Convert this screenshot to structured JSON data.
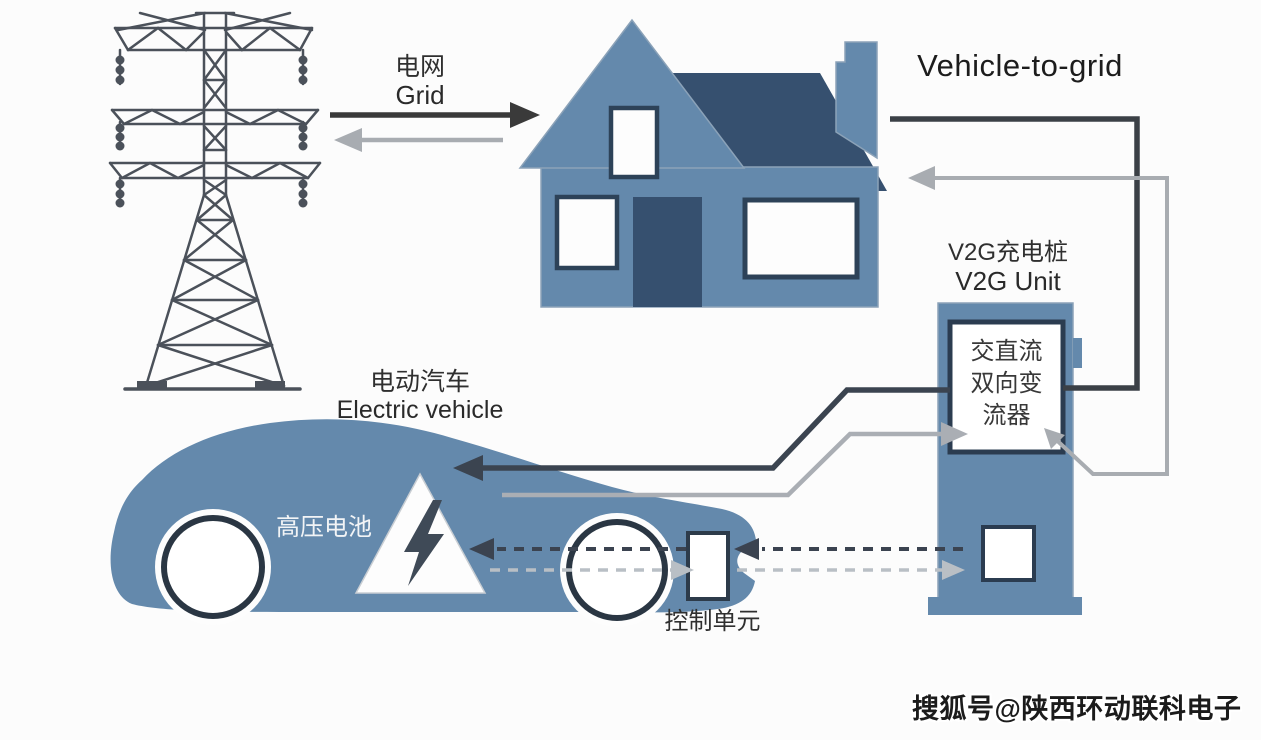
{
  "title": "Vehicle-to-grid",
  "grid": {
    "label_cn": "电网",
    "label_en": "Grid"
  },
  "v2g_unit": {
    "label_cn": "V2G充电桩",
    "label_en": "V2G Unit",
    "converter_lines": [
      "交直流",
      "双向变",
      "流器"
    ]
  },
  "vehicle": {
    "label_cn": "电动汽车",
    "label_en": "Electric vehicle",
    "battery_label": "高压电池",
    "control_label": "控制单元"
  },
  "watermark": "搜狐号@陕西环动联科电子",
  "icons": {
    "tower": "transmission-tower-icon",
    "house": "house-icon",
    "car": "electric-car-icon",
    "battery_warning": "lightning-triangle-icon"
  },
  "colors": {
    "body_blue": "#6489ac",
    "dark_navy": "#36506f",
    "outline_navy": "#2d4258",
    "line_dark": "#3b4046",
    "line_gray": "#a8acb1",
    "dashed_dark": "#3b4350",
    "dashed_gray": "#b9bfc5",
    "tower_gray": "#4b515a",
    "white": "#ffffff"
  }
}
